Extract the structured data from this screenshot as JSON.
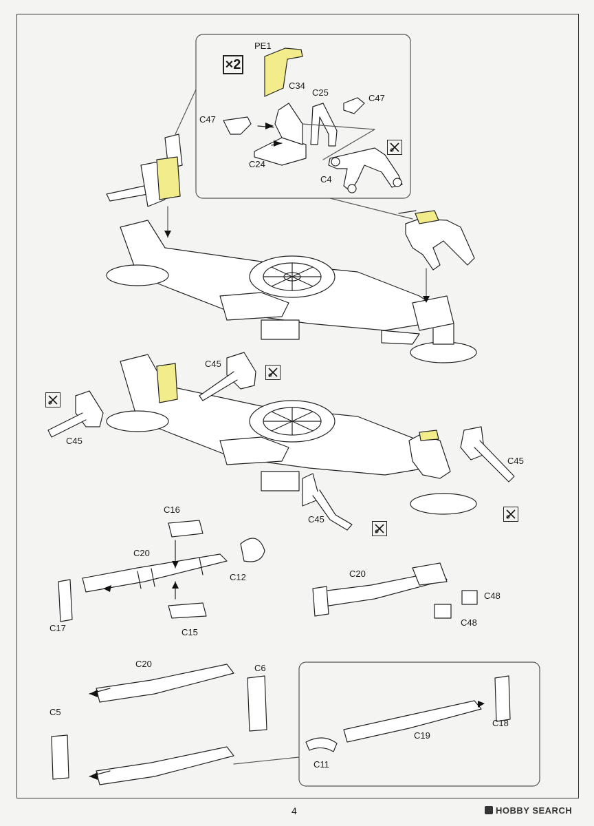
{
  "page": {
    "number": "4"
  },
  "watermark": {
    "text": "HOBBY SEARCH",
    "icon": "hobby-search-logo-icon"
  },
  "step1_inset": {
    "multiplier": "×2",
    "labels": {
      "pe1": "PE1",
      "c34": "C34",
      "c25": "C25",
      "c47_right": "C47",
      "c47_left": "C47",
      "c24": "C24",
      "c4": "C4"
    }
  },
  "step2": {
    "labels": {
      "c45_top": "C45",
      "c45_left": "C45",
      "c45_right": "C45",
      "c45_bottom": "C45"
    }
  },
  "step3": {
    "labels": {
      "c16": "C16",
      "c20": "C20",
      "c12": "C12",
      "c17": "C17",
      "c15": "C15"
    }
  },
  "step4": {
    "labels": {
      "c20": "C20",
      "c48_top": "C48",
      "c48_bottom": "C48"
    }
  },
  "step5": {
    "labels": {
      "c20": "C20",
      "c6": "C6",
      "c5": "C5"
    }
  },
  "step5_inset": {
    "labels": {
      "c18": "C18",
      "c19": "C19",
      "c11": "C11"
    }
  },
  "colors": {
    "photo_etch_highlight": "#f3ec8a",
    "line": "#222222",
    "paper": "#f4f4f2"
  },
  "icons": [
    "no-cut-icon",
    "assembly-arrow-icon"
  ]
}
